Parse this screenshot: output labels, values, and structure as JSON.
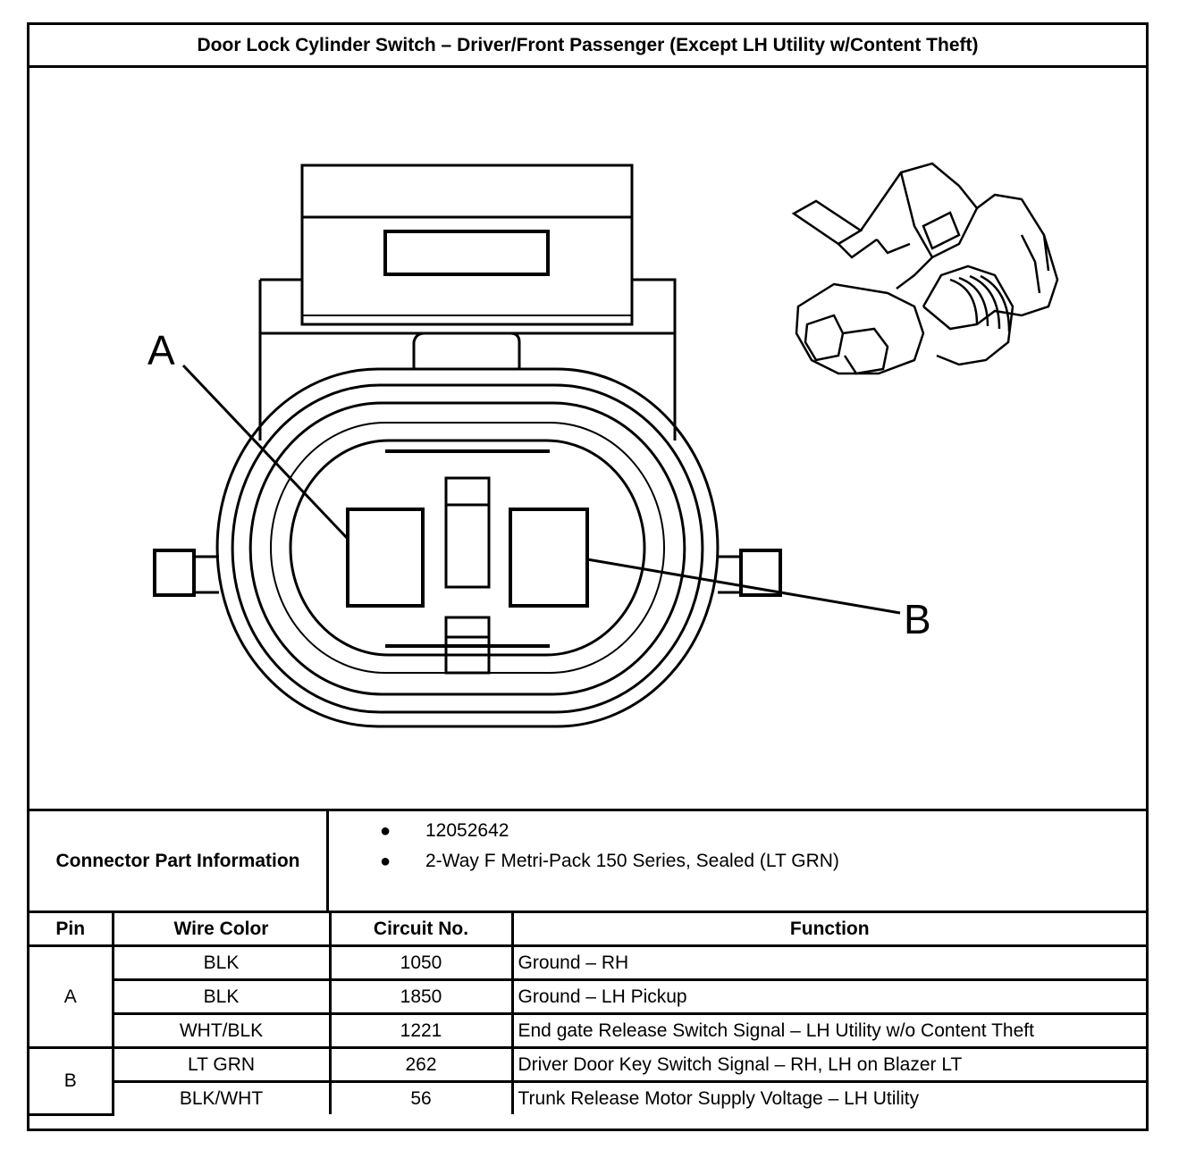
{
  "title": "Door Lock Cylinder Switch – Driver/Front Passenger (Except LH Utility w/Content Theft)",
  "figure": {
    "callout_a": "A",
    "callout_b": "B",
    "connector_face_icon": "connector-face-drawing",
    "connector_iso_icon": "connector-isometric-drawing"
  },
  "connector_info": {
    "label": "Connector Part Information",
    "items": [
      "12052642",
      "2-Way F Metri-Pack 150 Series, Sealed (LT GRN)"
    ]
  },
  "table": {
    "headers": [
      "Pin",
      "Wire Color",
      "Circuit No.",
      "Function"
    ],
    "groups": [
      {
        "pin": "A",
        "rows": [
          {
            "wire_color": "BLK",
            "circuit": "1050",
            "function": "Ground – RH"
          },
          {
            "wire_color": "BLK",
            "circuit": "1850",
            "function": "Ground – LH Pickup"
          },
          {
            "wire_color": "WHT/BLK",
            "circuit": "1221",
            "function": "End gate Release Switch Signal – LH Utility w/o Content Theft"
          }
        ]
      },
      {
        "pin": "B",
        "rows": [
          {
            "wire_color": "LT GRN",
            "circuit": "262",
            "function": "Driver Door Key Switch Signal – RH, LH on Blazer LT"
          },
          {
            "wire_color": "BLK/WHT",
            "circuit": "56",
            "function": "Trunk Release Motor Supply Voltage – LH Utility"
          }
        ]
      }
    ]
  }
}
